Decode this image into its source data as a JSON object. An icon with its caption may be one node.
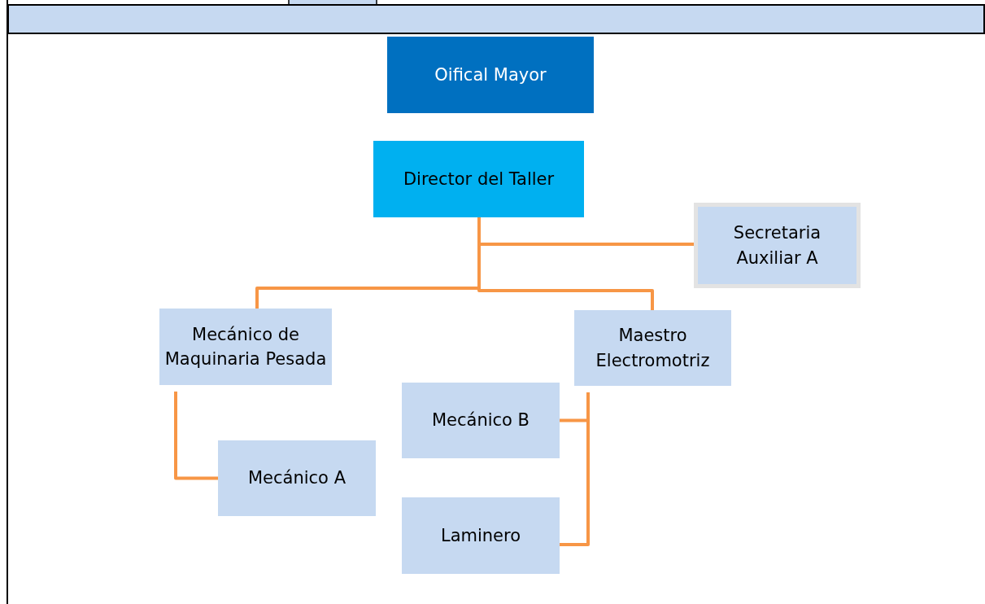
{
  "diagram": {
    "nodes": [
      {
        "text": [
          "Oifical Mayor"
        ]
      },
      {
        "text": [
          "Director del Taller"
        ]
      },
      {
        "text": [
          "Secretaria Auxiliar A"
        ]
      },
      {
        "text": [
          "Mecánico de Maquinaria Pesada"
        ]
      },
      {
        "text": [
          "Maestro Electromotriz"
        ]
      },
      {
        "text": [
          "Mecánico B"
        ]
      },
      {
        "text": [
          "Mecánico A"
        ]
      },
      {
        "text": [
          "Laminero"
        ]
      }
    ],
    "edges": [
      {
        "from": 1,
        "to": 2,
        "arrow": "none"
      },
      {
        "from": 1,
        "to": 3,
        "arrow": "none"
      },
      {
        "from": 1,
        "to": 4,
        "arrow": "none"
      },
      {
        "from": 3,
        "to": 6,
        "arrow": "none"
      },
      {
        "from": 4,
        "to": 5,
        "arrow": "none"
      },
      {
        "from": 4,
        "to": 7,
        "arrow": "none"
      }
    ]
  }
}
